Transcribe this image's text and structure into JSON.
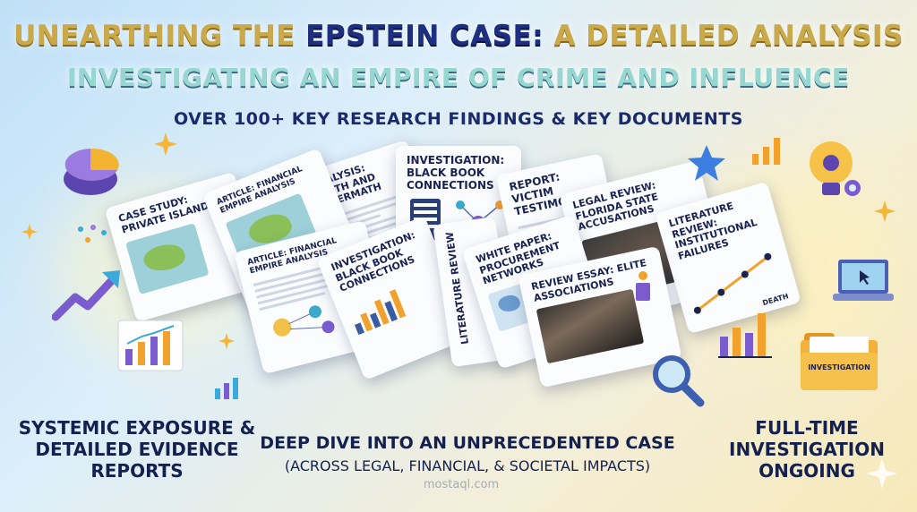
{
  "headline": {
    "line1_a": "UNEARTHING THE ",
    "line1_b": "EPSTEIN CASE:",
    "line1_c": " A DETAILED ANALYSIS",
    "line2": "INVESTIGATING AN EMPIRE OF CRIME AND INFLUENCE",
    "line3": "OVER 100+ KEY RESEARCH FINDINGS & KEY DOCUMENTS"
  },
  "documents": [
    {
      "title": "CASE STUDY: PRIVATE ISLANDS"
    },
    {
      "title": "ARTICLE: FINANCIAL EMPIRE ANALYSIS"
    },
    {
      "title": "ANALYSIS: DEATH AND AFTERMATH"
    },
    {
      "title": "INVESTIGATION: BLACK BOOK CONNECTIONS"
    },
    {
      "title": "REPORT: VICTIM TESTIMONIES"
    },
    {
      "title": "LEGAL REVIEW: FLORIDA STATE ACCUSATIONS"
    },
    {
      "title": "LITERATURE REVIEW: INSTITUTIONAL FAILURES"
    },
    {
      "title": "ARTICLE: FINANCIAL EMPIRE ANALYSIS"
    },
    {
      "title": "INVESTIGATION: BLACK BOOK CONNECTIONS"
    },
    {
      "title": "LITERATURE REVIEW"
    },
    {
      "title": "WHITE PAPER: PROCUREMENT NETWORKS"
    },
    {
      "title": "REVIEW ESSAY: ELITE ASSOCIATIONS"
    }
  ],
  "doc_labels": {
    "death": "DEATH"
  },
  "folder_label": "INVESTIGATION",
  "bottom": {
    "left": "SYSTEMIC EXPOSURE & DETAILED EVIDENCE REPORTS",
    "center": "DEEP DIVE INTO AN UNPRECEDENTED CASE",
    "center_sub": "(ACROSS LEGAL, FINANCIAL, & SOCIETAL IMPACTS)",
    "right": "FULL-TIME INVESTIGATION ONGOING"
  },
  "watermark": "mostaql.com",
  "colors": {
    "navy": "#1b2a6b",
    "gold": "#caa94a",
    "teal": "#97d7d2",
    "accent_purple": "#7a5ccf",
    "accent_orange": "#f2a22c"
  },
  "icons": [
    "pie-chart-icon",
    "trend-arrow-icon",
    "bar-chart-icon",
    "sparkle-icon",
    "star-icon",
    "lightbulb-icon",
    "gear-icon",
    "laptop-icon",
    "folder-icon",
    "magnifier-icon"
  ]
}
